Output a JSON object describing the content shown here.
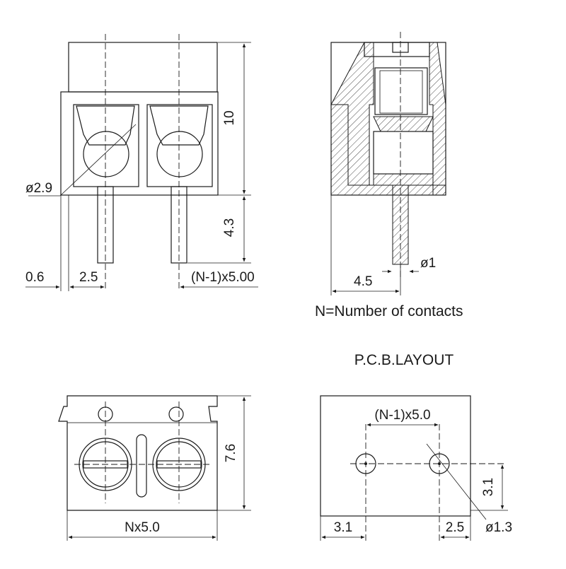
{
  "front_view": {
    "dim_height_body": "10",
    "dim_height_pin": "4.3",
    "dim_hole_dia": "ø2.9",
    "dim_offset": "0.6",
    "dim_pin_offset": "2.5",
    "dim_pitch": "(N-1)x5.00"
  },
  "side_view": {
    "dim_pin_dia": "ø1",
    "dim_pin_pos": "4.5",
    "note": "N=Number of contacts"
  },
  "top_view": {
    "dim_depth": "7.6",
    "dim_width": "Nx5.0"
  },
  "pcb_layout": {
    "title": "P.C.B.LAYOUT",
    "dim_pitch": "(N-1)x5.0",
    "dim_hole_y": "3.1",
    "dim_left": "3.1",
    "dim_right": "2.5",
    "dim_hole_dia": "ø1.3"
  }
}
